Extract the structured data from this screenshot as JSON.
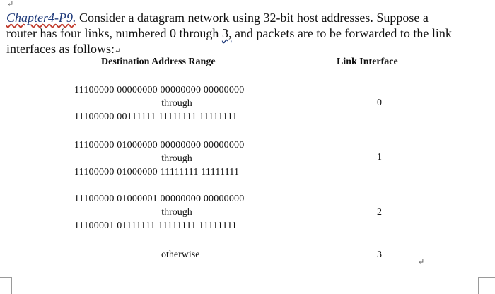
{
  "paragraph_mark": "↵",
  "problem": {
    "chapter_ref": "Chapter4-P9.",
    "line1_rest": " Consider a datagram network using 32-bit host addresses. Suppose a",
    "line2_before": "router has four links, numbered 0 through ",
    "line2_squiggle": "3,",
    "line2_after": " and packets are to be forwarded to the link",
    "line3": "interfaces as follows:"
  },
  "table": {
    "header_destination": "Destination Address Range",
    "header_link": "Link Interface",
    "rows": [
      {
        "start": "11100000 00000000 00000000 00000000",
        "through": "through",
        "end": "11100000 00111111 11111111 11111111",
        "link": "0"
      },
      {
        "start": "11100000 01000000 00000000 00000000",
        "through": "through",
        "end": "11100000 01000000 11111111 11111111",
        "link": "1"
      },
      {
        "start": "11100000 01000001 00000000 00000000",
        "through": "through",
        "end": "11100001 01111111 11111111 11111111",
        "link": "2"
      }
    ],
    "otherwise_label": "otherwise",
    "otherwise_link": "3"
  }
}
